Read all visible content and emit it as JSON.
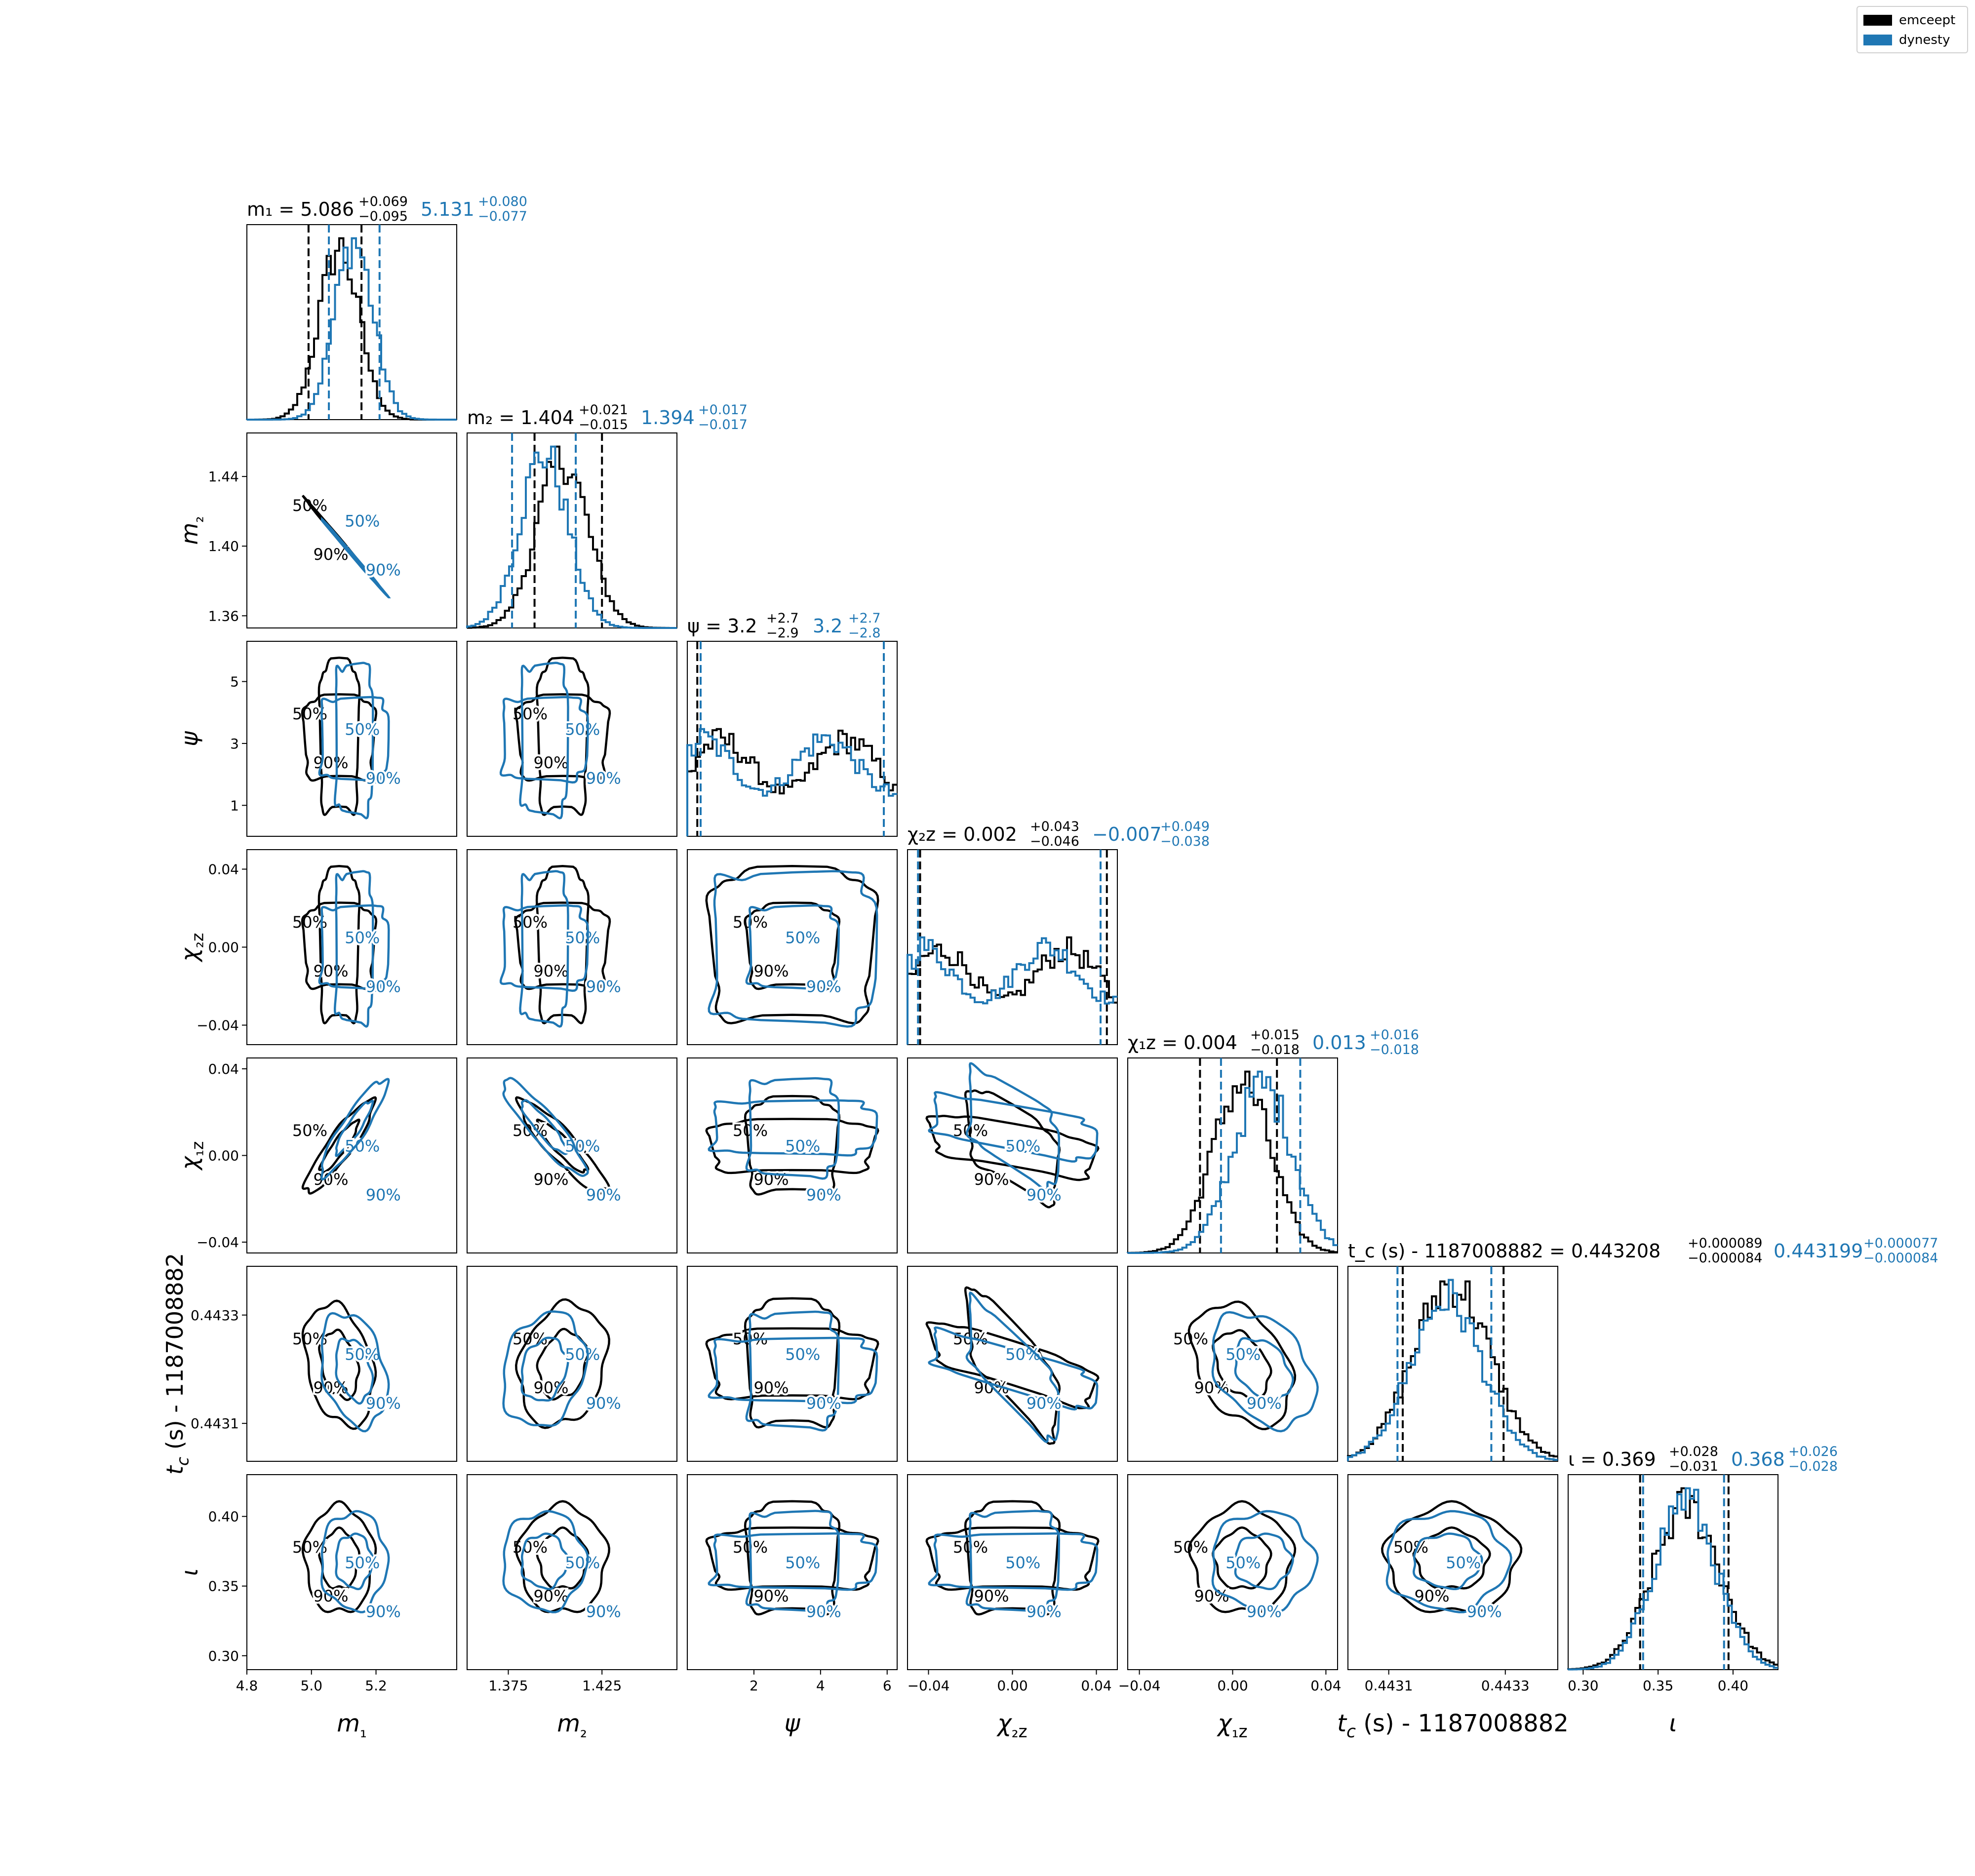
{
  "legend": {
    "placement": "top-right",
    "entries": [
      {
        "label": "emceept",
        "color": "#000000"
      },
      {
        "label": "dynesty",
        "color": "#1f77b4"
      }
    ]
  },
  "colors": {
    "emceept": "#000000",
    "dynesty": "#1f77b4"
  },
  "chart_data": {
    "type": "corner",
    "series": [
      {
        "name": "emceept",
        "color": "#000000"
      },
      {
        "name": "dynesty",
        "color": "#1f77b4"
      }
    ],
    "contour_levels": [
      "50%",
      "90%"
    ],
    "parameters": [
      {
        "name": "m1",
        "label": "m₁",
        "range": [
          4.8,
          5.45
        ],
        "ticks": [
          4.8,
          5.0,
          5.2
        ],
        "tick_labels": [
          "4.8",
          "5.0",
          "5.2"
        ],
        "summary": [
          {
            "series": "emceept",
            "text": "m₁ = 5.086",
            "plus": "+0.069",
            "minus": "−0.095",
            "median": 5.086,
            "lo": 4.991,
            "hi": 5.155
          },
          {
            "series": "dynesty",
            "text": "5.131",
            "plus": "+0.080",
            "minus": "−0.077",
            "median": 5.131,
            "lo": 5.054,
            "hi": 5.211
          }
        ]
      },
      {
        "name": "m2",
        "label": "m₂",
        "range": [
          1.353,
          1.465
        ],
        "ticks": [
          1.36,
          1.4,
          1.44
        ],
        "tick_labels": [
          "1.36",
          "1.40",
          "1.44"
        ],
        "xticks": [
          1.375,
          1.425
        ],
        "xtick_labels": [
          "1.375",
          "1.425"
        ],
        "summary": [
          {
            "series": "emceept",
            "text": "m₂ = 1.404",
            "plus": "+0.021",
            "minus": "−0.015",
            "median": 1.404,
            "lo": 1.389,
            "hi": 1.425
          },
          {
            "series": "dynesty",
            "text": "1.394",
            "plus": "+0.017",
            "minus": "−0.017",
            "median": 1.394,
            "lo": 1.377,
            "hi": 1.411
          }
        ]
      },
      {
        "name": "psi",
        "label": "ψ",
        "range": [
          0.0,
          6.3
        ],
        "ticks": [
          1,
          3,
          5
        ],
        "tick_labels": [
          "1",
          "3",
          "5"
        ],
        "xticks": [
          2,
          4,
          6
        ],
        "xtick_labels": [
          "2",
          "4",
          "6"
        ],
        "summary": [
          {
            "series": "emceept",
            "text": "ψ = 3.2",
            "plus": "+2.7",
            "minus": "−2.9",
            "median": 3.2,
            "lo": 0.3,
            "hi": 5.9
          },
          {
            "series": "dynesty",
            "text": "3.2",
            "plus": "+2.7",
            "minus": "−2.8",
            "median": 3.2,
            "lo": 0.4,
            "hi": 5.9
          }
        ]
      },
      {
        "name": "chi2z",
        "label": "χ₂z",
        "range": [
          -0.05,
          0.05
        ],
        "ticks": [
          -0.04,
          0.0,
          0.04
        ],
        "tick_labels": [
          "−0.04",
          "0.00",
          "0.04"
        ],
        "summary": [
          {
            "series": "emceept",
            "text": "χ₂z = 0.002",
            "plus": "+0.043",
            "minus": "−0.046",
            "median": 0.002,
            "lo": -0.044,
            "hi": 0.045
          },
          {
            "series": "dynesty",
            "text": "−0.007",
            "plus": "+0.049",
            "minus": "−0.038",
            "median": -0.007,
            "lo": -0.045,
            "hi": 0.042
          }
        ]
      },
      {
        "name": "chi1z",
        "label": "χ₁z",
        "range": [
          -0.045,
          0.045
        ],
        "ticks": [
          -0.04,
          0.0,
          0.04
        ],
        "tick_labels": [
          "−0.04",
          "0.00",
          "0.04"
        ],
        "summary": [
          {
            "series": "emceept",
            "text": "χ₁z = 0.004",
            "plus": "+0.015",
            "minus": "−0.018",
            "median": 0.004,
            "lo": -0.014,
            "hi": 0.019
          },
          {
            "series": "dynesty",
            "text": "0.013",
            "plus": "+0.016",
            "minus": "−0.018",
            "median": 0.013,
            "lo": -0.005,
            "hi": 0.029
          }
        ]
      },
      {
        "name": "tc",
        "label": "t_c (s) - 1187008882",
        "range": [
          0.44303,
          0.44339
        ],
        "ticks": [
          0.4431,
          0.4433
        ],
        "tick_labels": [
          "0.4431",
          "0.4433"
        ],
        "summary": [
          {
            "series": "emceept",
            "text": "t_c (s) - 1187008882 = 0.443208",
            "plus": "+0.000089",
            "minus": "−0.000084",
            "median": 0.443208,
            "lo": 0.443124,
            "hi": 0.443297
          },
          {
            "series": "dynesty",
            "text": "0.443199",
            "plus": "+0.000077",
            "minus": "−0.000084",
            "median": 0.443199,
            "lo": 0.443115,
            "hi": 0.443276
          }
        ]
      },
      {
        "name": "iota",
        "label": "ι",
        "range": [
          0.29,
          0.43
        ],
        "ticks": [
          0.3,
          0.35,
          0.4
        ],
        "tick_labels": [
          "0.30",
          "0.35",
          "0.40"
        ],
        "summary": [
          {
            "series": "emceept",
            "text": "ι = 0.369",
            "plus": "+0.028",
            "minus": "−0.031",
            "median": 0.369,
            "lo": 0.338,
            "hi": 0.397
          },
          {
            "series": "dynesty",
            "text": "0.368",
            "plus": "+0.026",
            "minus": "−0.028",
            "median": 0.368,
            "lo": 0.34,
            "hi": 0.394
          }
        ]
      }
    ]
  }
}
